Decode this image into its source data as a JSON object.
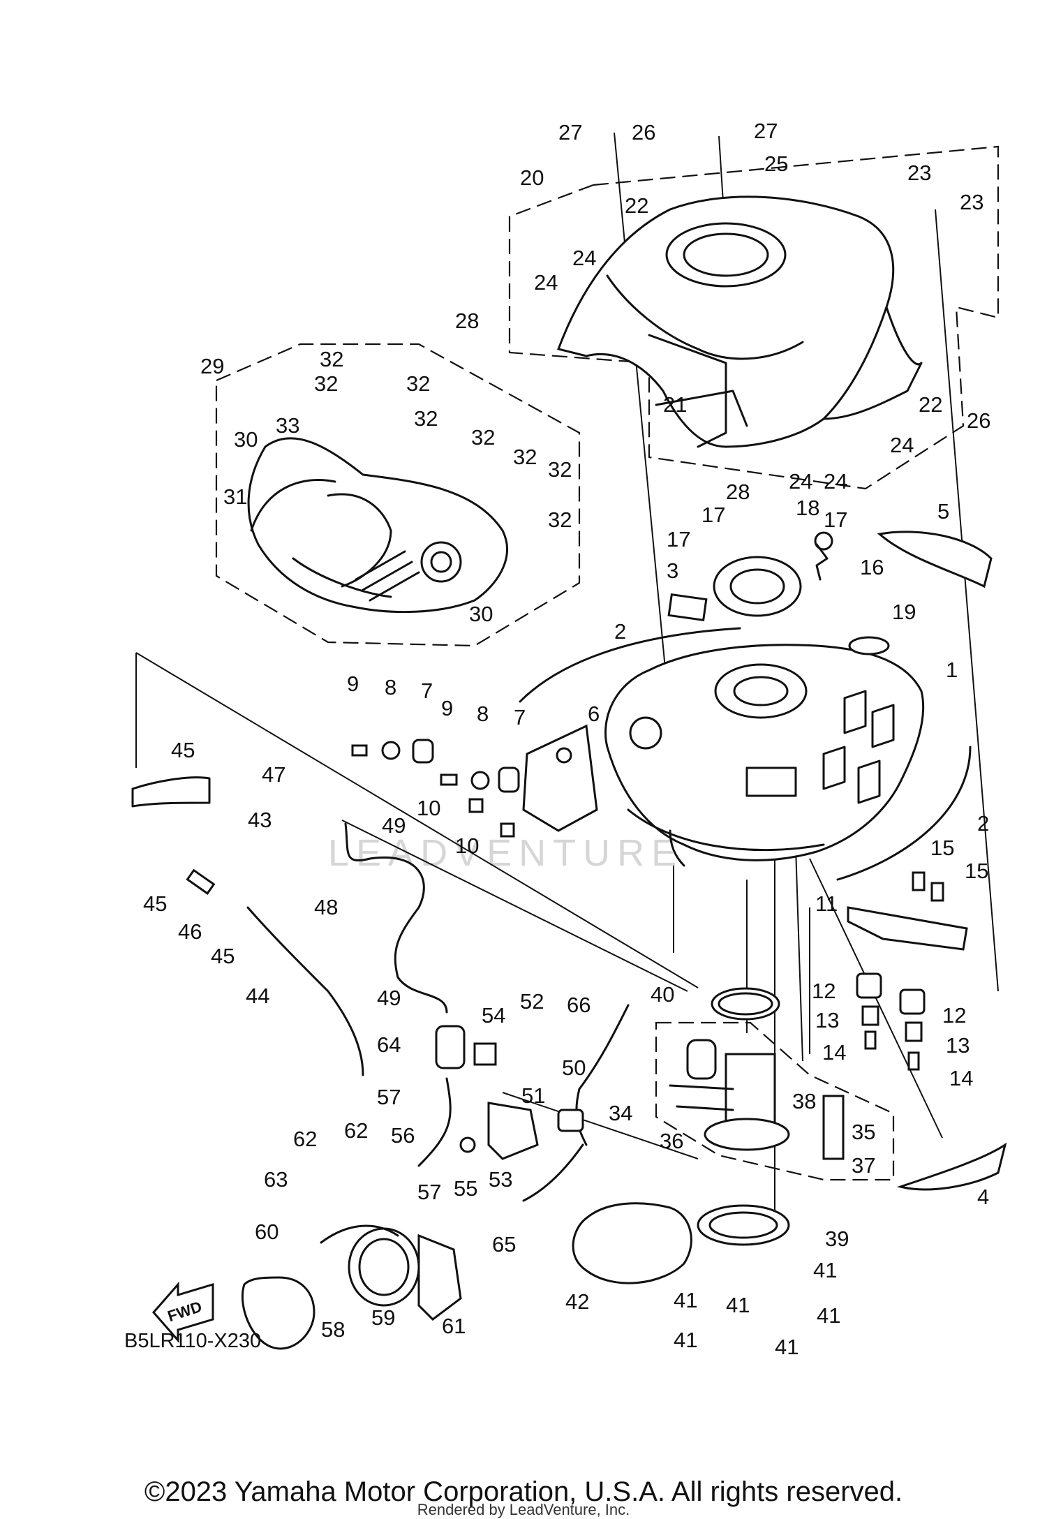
{
  "diagram": {
    "code": "B5LR110-X230",
    "fwd_label": "FWD",
    "watermark": "LEADVENTURE",
    "copyright": "©2023 Yamaha Motor Corporation, U.S.A. All rights reserved.",
    "render_note": "Rendered by LeadVenture, Inc.",
    "callouts": [
      "27",
      "26",
      "27",
      "20",
      "25",
      "22",
      "23",
      "23",
      "24",
      "24",
      "24",
      "28",
      "22",
      "26",
      "21",
      "24",
      "24",
      "28",
      "29",
      "32",
      "32",
      "32",
      "32",
      "32",
      "32",
      "32",
      "32",
      "33",
      "30",
      "31",
      "30",
      "17",
      "18",
      "17",
      "17",
      "16",
      "5",
      "3",
      "19",
      "2",
      "1",
      "9",
      "8",
      "7",
      "9",
      "8",
      "7",
      "6",
      "10",
      "10",
      "45",
      "47",
      "43",
      "49",
      "45",
      "46",
      "45",
      "48",
      "44",
      "2",
      "15",
      "15",
      "11",
      "12",
      "12",
      "13",
      "13",
      "14",
      "14",
      "40",
      "66",
      "54",
      "52",
      "49",
      "50",
      "64",
      "57",
      "51",
      "34",
      "36",
      "38",
      "35",
      "37",
      "62",
      "62",
      "63",
      "56",
      "57",
      "55",
      "53",
      "60",
      "65",
      "42",
      "39",
      "41",
      "41",
      "41",
      "41",
      "41",
      "41",
      "58",
      "59",
      "61",
      "4"
    ]
  }
}
